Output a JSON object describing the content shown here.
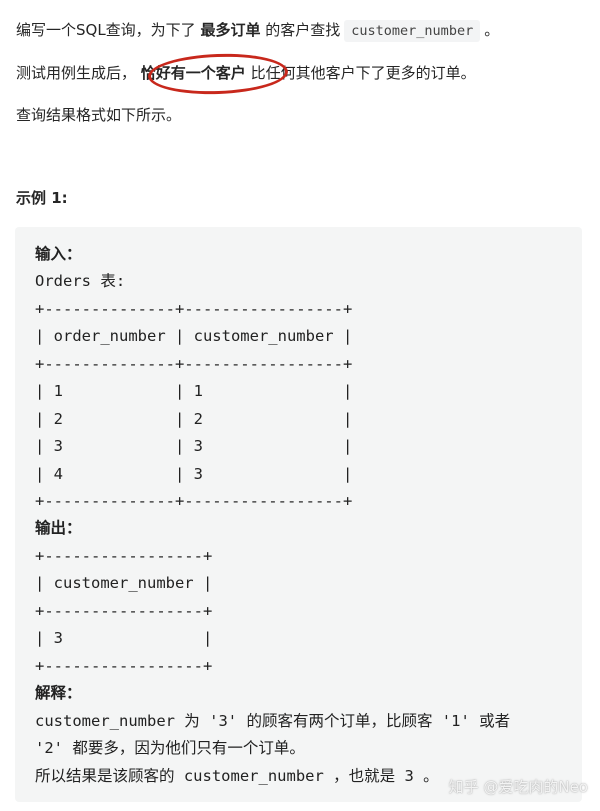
{
  "intro": {
    "line1": {
      "prefix": "编写一个SQL查询，为下了",
      "bold": "最多订单",
      "middle": "的客户查找",
      "code": "customer_number",
      "suffix": "。"
    },
    "line2": {
      "prefix": "测试用例生成后，",
      "bold_circled": "恰好有一个客户",
      "suffix": "比任何其他客户下了更多的订单。"
    },
    "line3": "查询结果格式如下所示。"
  },
  "highlight": {
    "ellipse_color": "#c8281c"
  },
  "example": {
    "title": "示例 1:",
    "input_label": "输入：",
    "table_caption": "Orders 表:",
    "input_table": {
      "border": "+--------------+-----------------+",
      "header": "| order_number | customer_number |",
      "rows": [
        "| 1            | 1               |",
        "| 2            | 2               |",
        "| 3            | 3               |",
        "| 4            | 3               |"
      ],
      "columns": [
        "order_number",
        "customer_number"
      ],
      "data": [
        [
          1,
          1
        ],
        [
          2,
          2
        ],
        [
          3,
          3
        ],
        [
          4,
          3
        ]
      ]
    },
    "output_label": "输出：",
    "output_table": {
      "border": "+-----------------+",
      "header": "| customer_number |",
      "rows": [
        "| 3               |"
      ],
      "columns": [
        "customer_number"
      ],
      "data": [
        [
          3
        ]
      ]
    },
    "explanation_label": "解释：",
    "explanation_lines": [
      "customer_number 为 '3' 的顾客有两个订单，比顾客 '1' 或者",
      "'2' 都要多，因为他们只有一个订单。",
      "所以结果是该顾客的 customer_number ，也就是 3 。"
    ]
  },
  "watermark": "知乎 @爱吃肉的Neo"
}
